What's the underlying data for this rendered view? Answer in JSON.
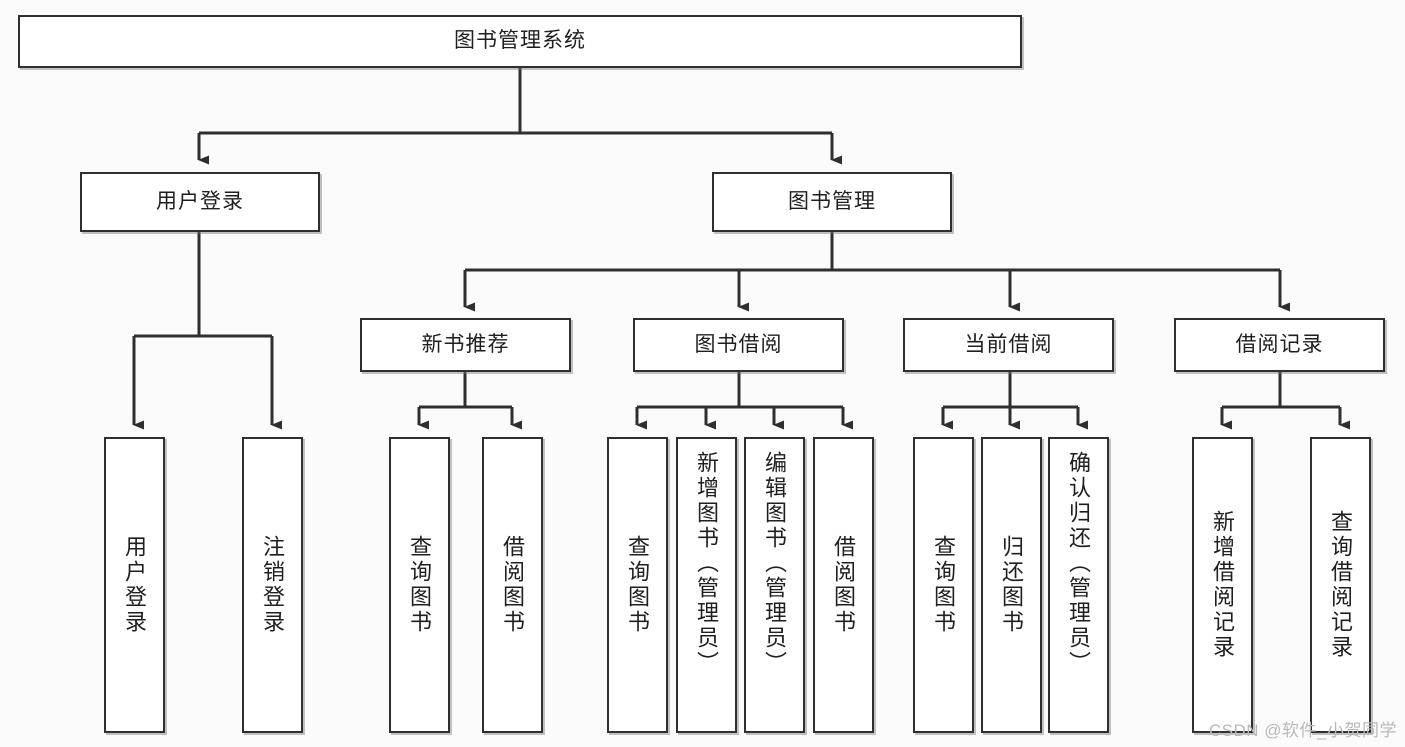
{
  "diagram": {
    "type": "tree",
    "title": "图书管理系统",
    "watermark": "CSDN @软件_小贺同学",
    "colors": {
      "background": "#fbfbfb",
      "node_fill": "#ffffff",
      "node_border": "#2f2f2f",
      "connector": "#2f2f2f",
      "text": "#1f1f1f",
      "watermark": "#b9b9b9"
    },
    "nodes": {
      "root": {
        "label": "图书管理系统"
      },
      "level1": [
        {
          "id": "user-login",
          "label": "用户登录"
        },
        {
          "id": "book-manage",
          "label": "图书管理"
        }
      ],
      "level2": [
        {
          "id": "new-book-recommend",
          "label": "新书推荐"
        },
        {
          "id": "book-borrow",
          "label": "图书借阅"
        },
        {
          "id": "current-borrow",
          "label": "当前借阅"
        },
        {
          "id": "borrow-record",
          "label": "借阅记录"
        }
      ],
      "leaves": {
        "user-login": [
          {
            "id": "leaf-user-login",
            "label": "用户登录"
          },
          {
            "id": "leaf-logout",
            "label": "注销登录"
          }
        ],
        "new-book-recommend": [
          {
            "id": "leaf-query-book-1",
            "label": "查询图书"
          },
          {
            "id": "leaf-borrow-book-1",
            "label": "借阅图书"
          }
        ],
        "book-borrow": [
          {
            "id": "leaf-query-book-2",
            "label": "查询图书"
          },
          {
            "id": "leaf-add-book",
            "label": "新增图书（管理员）"
          },
          {
            "id": "leaf-edit-book",
            "label": "编辑图书（管理员）"
          },
          {
            "id": "leaf-borrow-book-2",
            "label": "借阅图书"
          }
        ],
        "current-borrow": [
          {
            "id": "leaf-query-book-3",
            "label": "查询图书"
          },
          {
            "id": "leaf-return-book",
            "label": "归还图书"
          },
          {
            "id": "leaf-confirm-return",
            "label": "确认归还（管理员）"
          }
        ],
        "borrow-record": [
          {
            "id": "leaf-add-record",
            "label": "新增借阅记录"
          },
          {
            "id": "leaf-query-record",
            "label": "查询借阅记录"
          }
        ]
      }
    }
  }
}
